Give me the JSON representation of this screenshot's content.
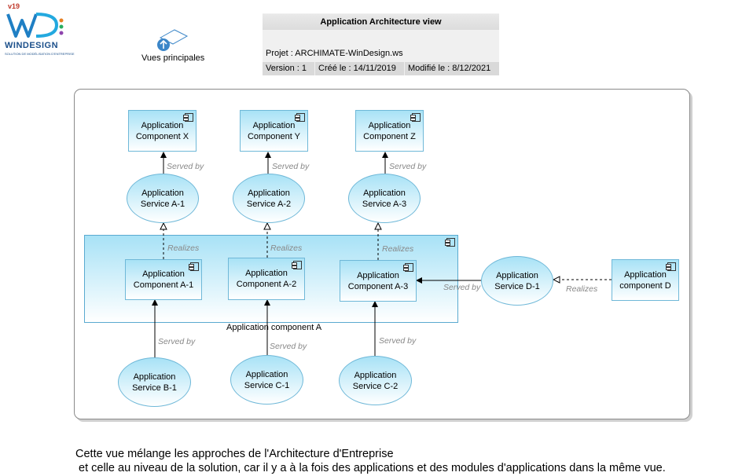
{
  "logo": {
    "version": "v19",
    "brand": "WINDESIGN",
    "tagline": "SOLUTION DE MODÉLISATION D'ENTREPRISE"
  },
  "nav": {
    "label": "Vues principales",
    "icon": "view-up-arrow-icon"
  },
  "header": {
    "title": "Application Architecture view",
    "project": "Projet : ARCHIMATE-WinDesign.ws",
    "version": "Version : 1",
    "created": "Créé le : 14/11/2019",
    "modified": "Modifié le : 8/12/2021"
  },
  "diagram": {
    "components_top": [
      {
        "line1": "Application",
        "line2": "Component X"
      },
      {
        "line1": "Application",
        "line2": "Component Y"
      },
      {
        "line1": "Application",
        "line2": "Component Z"
      }
    ],
    "services_a": [
      {
        "line1": "Application",
        "line2": "Service A-1"
      },
      {
        "line1": "Application",
        "line2": "Service A-2"
      },
      {
        "line1": "Application",
        "line2": "Service A-3"
      }
    ],
    "container_label": "Application component A",
    "components_a": [
      {
        "line1": "Application",
        "line2": "Component A-1"
      },
      {
        "line1": "Application",
        "line2": "Component A-2"
      },
      {
        "line1": "Application",
        "line2": "Component A-3"
      }
    ],
    "service_d": {
      "line1": "Application",
      "line2": "Service D-1"
    },
    "component_d": {
      "line1": "Application",
      "line2": "component D"
    },
    "services_bottom": [
      {
        "line1": "Application",
        "line2": "Service B-1"
      },
      {
        "line1": "Application",
        "line2": "Service C-1"
      },
      {
        "line1": "Application",
        "line2": "Service C-2"
      }
    ],
    "relations": {
      "served_by": "Served by",
      "realizes": "Realizes"
    }
  },
  "note": {
    "line1": "Cette vue mélange les approches de l'Architecture d'Entreprise",
    "line2": " et celle au niveau de la solution, car il y a à la fois des applications et des modules d'applications dans la même vue."
  },
  "colors": {
    "element_fill_top": "#a8e2f6",
    "element_border": "#6fb8d8",
    "relation_label": "#888888"
  }
}
